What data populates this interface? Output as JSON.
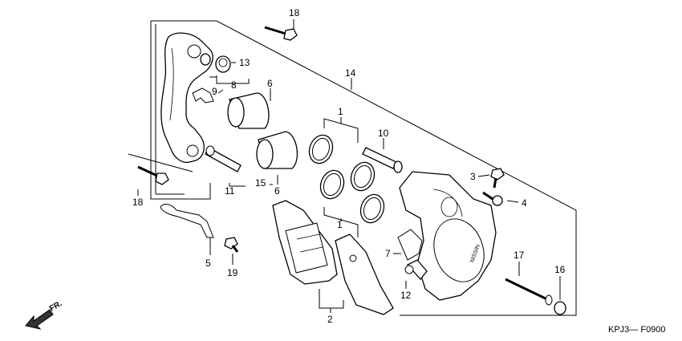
{
  "diagram": {
    "diagram_code": "KPJ3— F0900",
    "direction_label": "FR.",
    "brand_mark": "NISSIN",
    "callouts": [
      {
        "id": "c18a",
        "label": "18"
      },
      {
        "id": "c13",
        "label": "13"
      },
      {
        "id": "c8",
        "label": "8"
      },
      {
        "id": "c9",
        "label": "9"
      },
      {
        "id": "c14",
        "label": "14"
      },
      {
        "id": "c6a",
        "label": "6"
      },
      {
        "id": "c1a",
        "label": "1"
      },
      {
        "id": "c10",
        "label": "10"
      },
      {
        "id": "c3",
        "label": "3"
      },
      {
        "id": "c4",
        "label": "4"
      },
      {
        "id": "c18b",
        "label": "18"
      },
      {
        "id": "c11",
        "label": "11"
      },
      {
        "id": "c15",
        "label": "15"
      },
      {
        "id": "c6b",
        "label": "6"
      },
      {
        "id": "c1b",
        "label": "1"
      },
      {
        "id": "c7",
        "label": "7"
      },
      {
        "id": "c17",
        "label": "17"
      },
      {
        "id": "c16",
        "label": "16"
      },
      {
        "id": "c5",
        "label": "5"
      },
      {
        "id": "c19",
        "label": "19"
      },
      {
        "id": "c12",
        "label": "12"
      },
      {
        "id": "c2",
        "label": "2"
      }
    ]
  }
}
